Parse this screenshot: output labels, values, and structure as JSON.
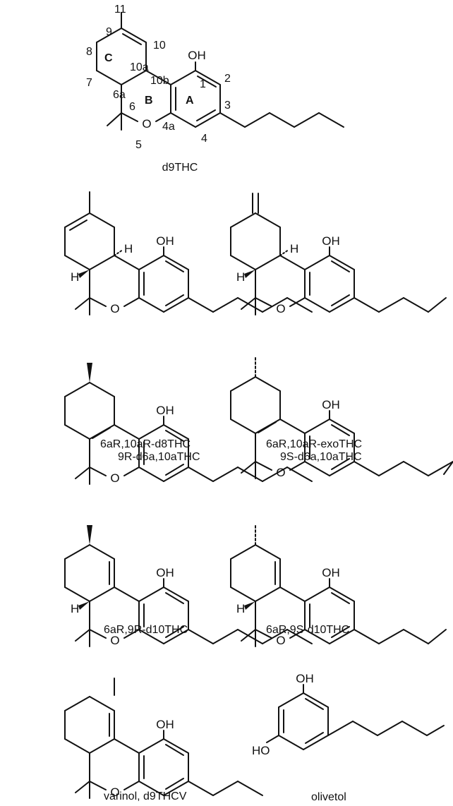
{
  "figure": {
    "molecules": [
      {
        "id": "d9thc",
        "caption": "d9THC"
      },
      {
        "id": "d8thc",
        "caption": "6aR,10aR-d8THC"
      },
      {
        "id": "exothc",
        "caption": "6aR,10aR-exoTHC"
      },
      {
        "id": "9r_d6a",
        "caption": "9R-d6a,10aTHC"
      },
      {
        "id": "9s_d6a",
        "caption": "9S-d6a,10aTHC"
      },
      {
        "id": "9r_d10",
        "caption": "6aR,9R-d10THC"
      },
      {
        "id": "9s_d10",
        "caption": "6aR,9S-d10THC"
      },
      {
        "id": "varinol",
        "caption": "varinol,  d9THCV"
      },
      {
        "id": "olivetol",
        "caption": "olivetol"
      }
    ],
    "atom_labels": {
      "oh": "OH",
      "ho": "HO",
      "o": "O",
      "h": "H"
    },
    "d9thc_numbering": {
      "n1": "1",
      "n2": "2",
      "n3": "3",
      "n4": "4",
      "n4a": "4a",
      "n5": "5",
      "n6": "6",
      "n6a": "6a",
      "n7": "7",
      "n8": "8",
      "n9": "9",
      "n10": "10",
      "n10a": "10a",
      "n10b": "10b",
      "n11": "11"
    },
    "ring_labels": {
      "a": "A",
      "b": "B",
      "c": "C"
    }
  }
}
